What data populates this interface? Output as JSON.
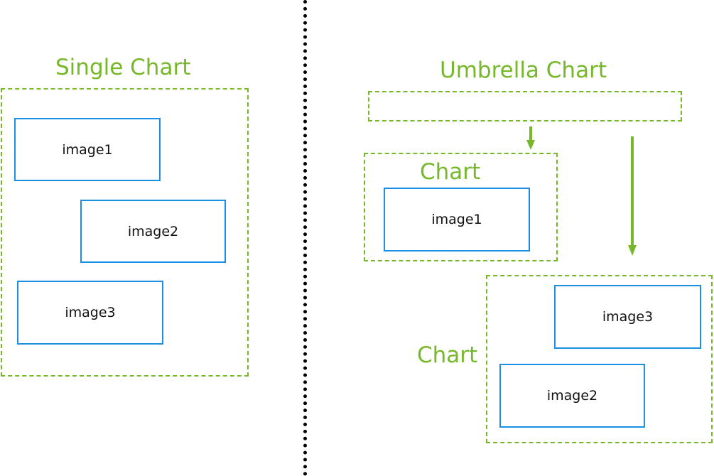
{
  "colors": {
    "green": "#76b82a",
    "blue": "#1a8fe3",
    "divider": "#000000"
  },
  "left_panel": {
    "title": "Single Chart",
    "images": [
      "image1",
      "image2",
      "image3"
    ]
  },
  "right_panel": {
    "title": "Umbrella Chart",
    "chart_top": {
      "label": "Chart",
      "images": [
        "image1"
      ]
    },
    "chart_bottom": {
      "label": "Chart",
      "images": [
        "image3",
        "image2"
      ]
    }
  }
}
